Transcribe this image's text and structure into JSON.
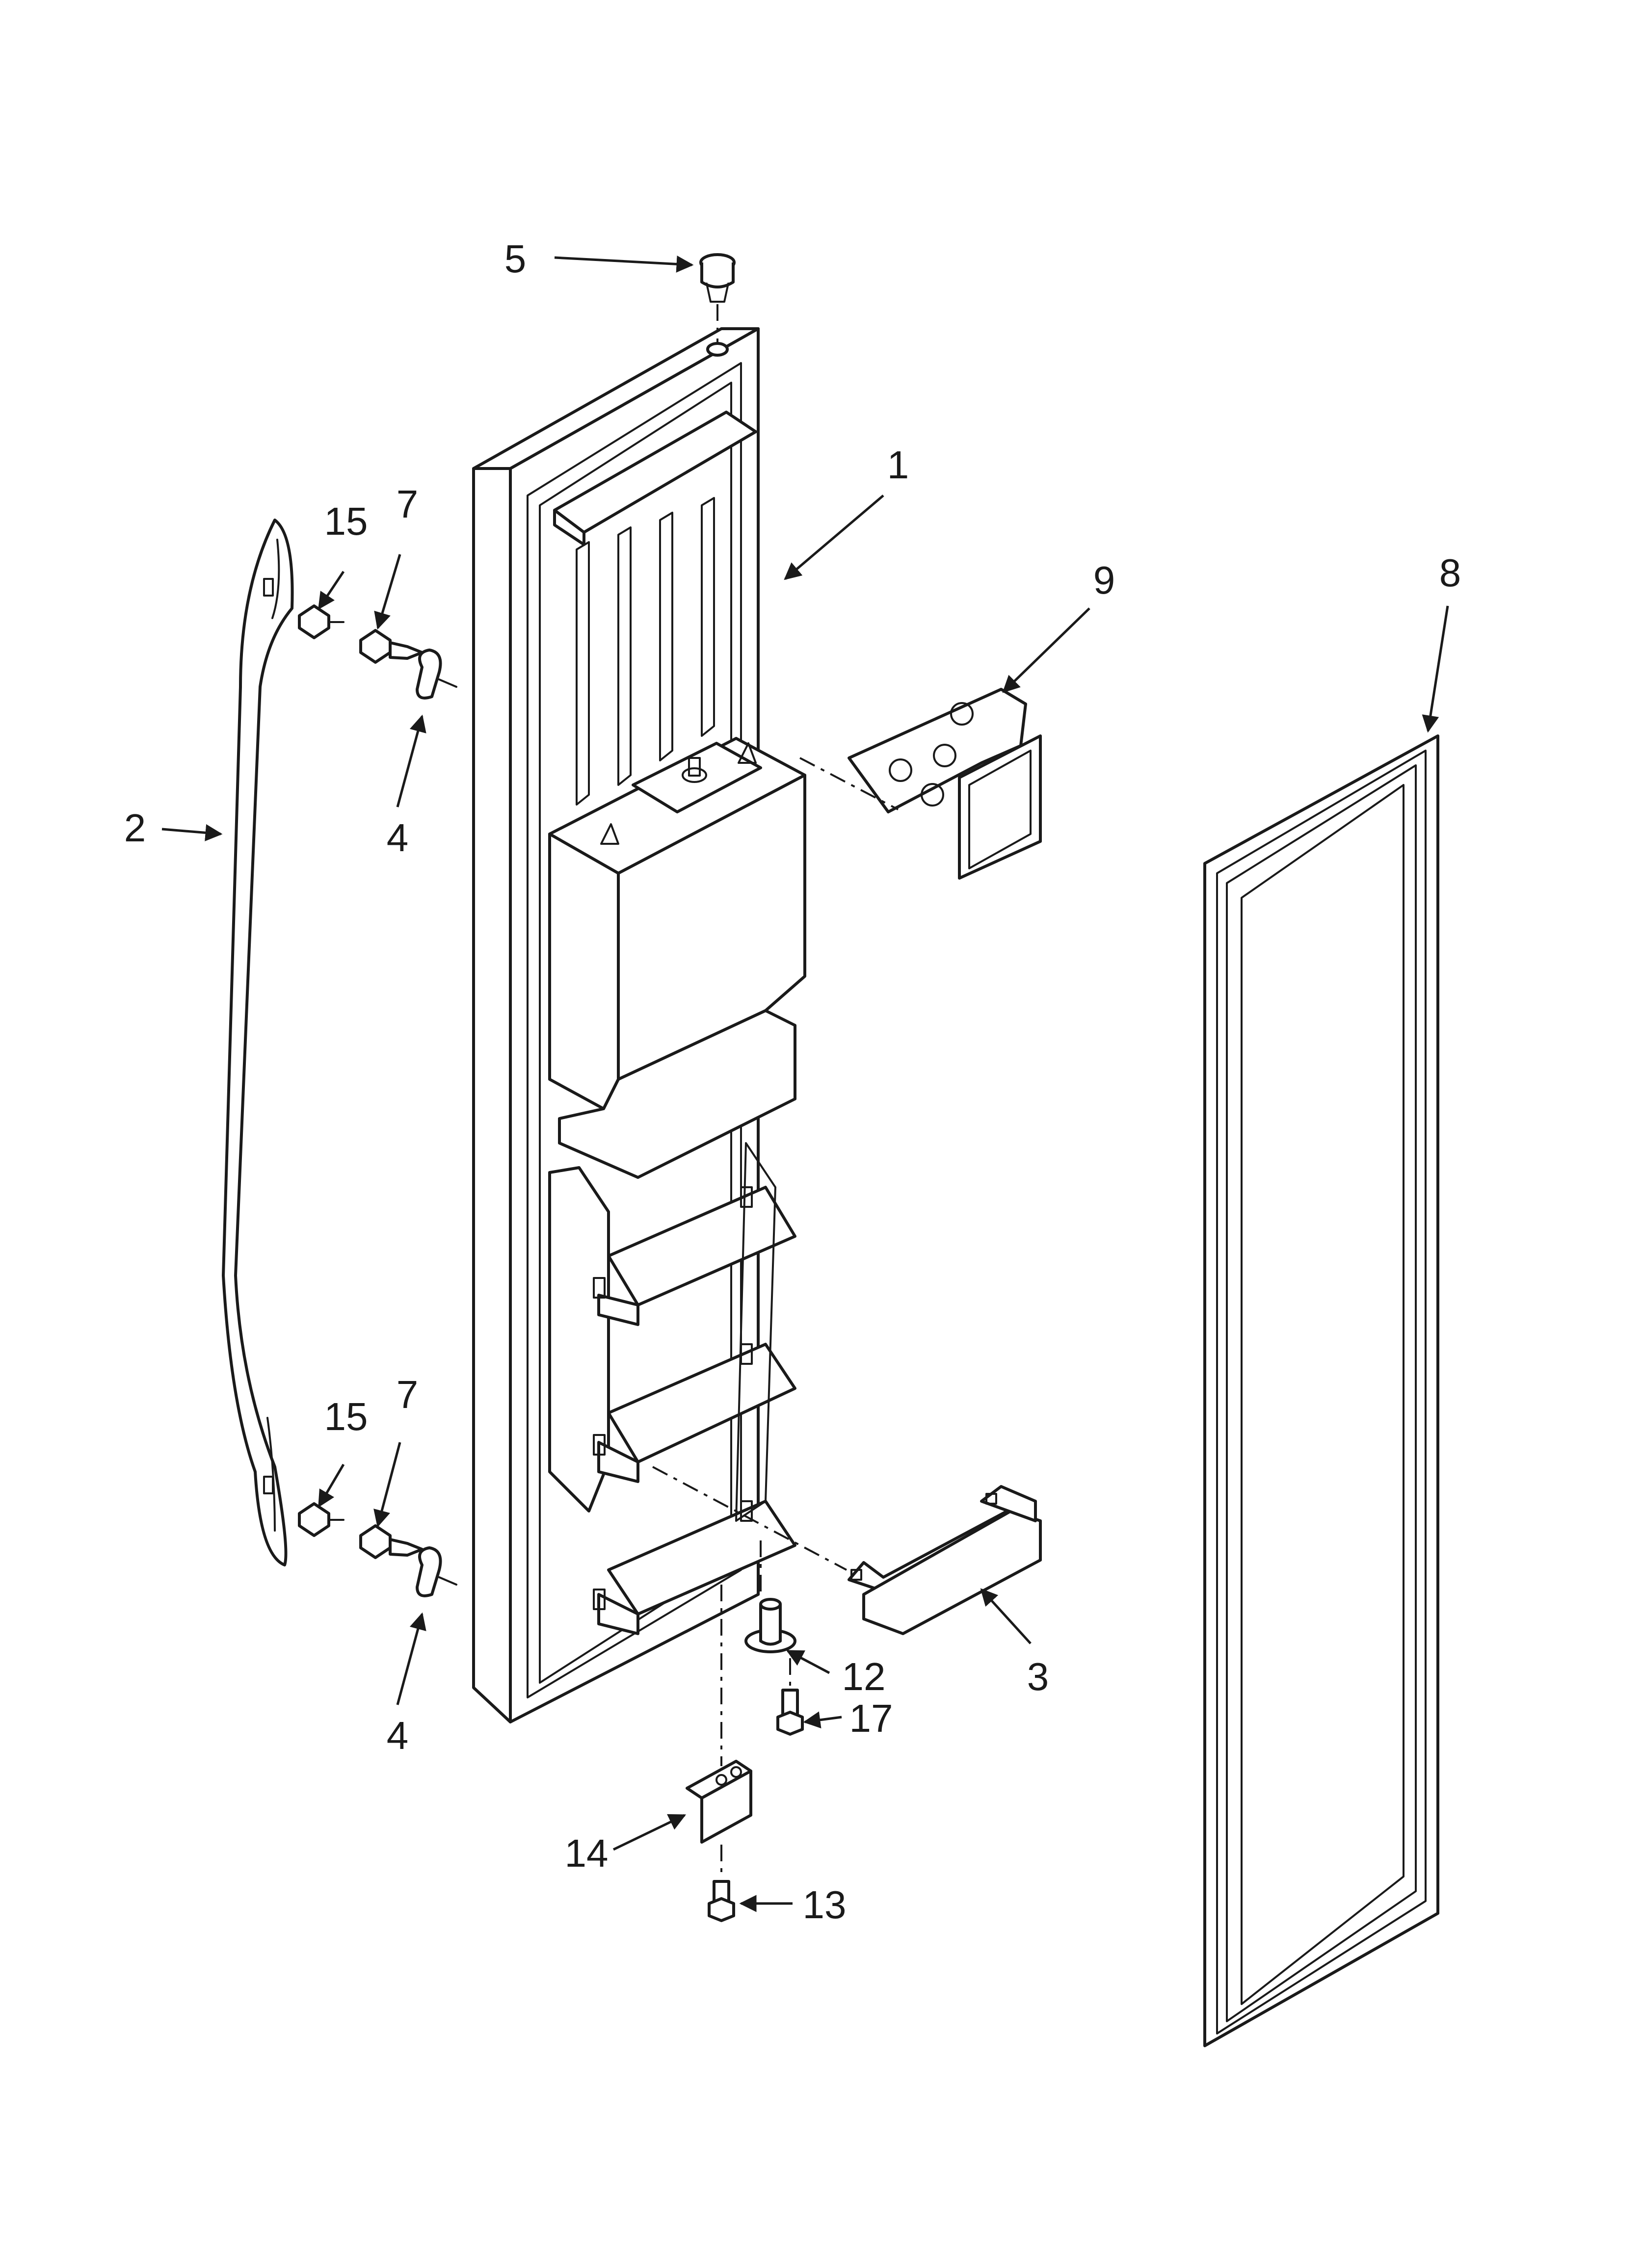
{
  "diagram": {
    "background": "#ffffff",
    "line_color": "#1a1a1a"
  },
  "callouts": [
    {
      "id": "c5",
      "text": "5"
    },
    {
      "id": "c1",
      "text": "1"
    },
    {
      "id": "c15a",
      "text": "15"
    },
    {
      "id": "c7a",
      "text": "7"
    },
    {
      "id": "c9",
      "text": "9"
    },
    {
      "id": "c8",
      "text": "8"
    },
    {
      "id": "c2",
      "text": "2"
    },
    {
      "id": "c4a",
      "text": "4"
    },
    {
      "id": "c15b",
      "text": "15"
    },
    {
      "id": "c7b",
      "text": "7"
    },
    {
      "id": "c12",
      "text": "12"
    },
    {
      "id": "c3",
      "text": "3"
    },
    {
      "id": "c17",
      "text": "17"
    },
    {
      "id": "c4b",
      "text": "4"
    },
    {
      "id": "c14",
      "text": "14"
    },
    {
      "id": "c13",
      "text": "13"
    }
  ]
}
